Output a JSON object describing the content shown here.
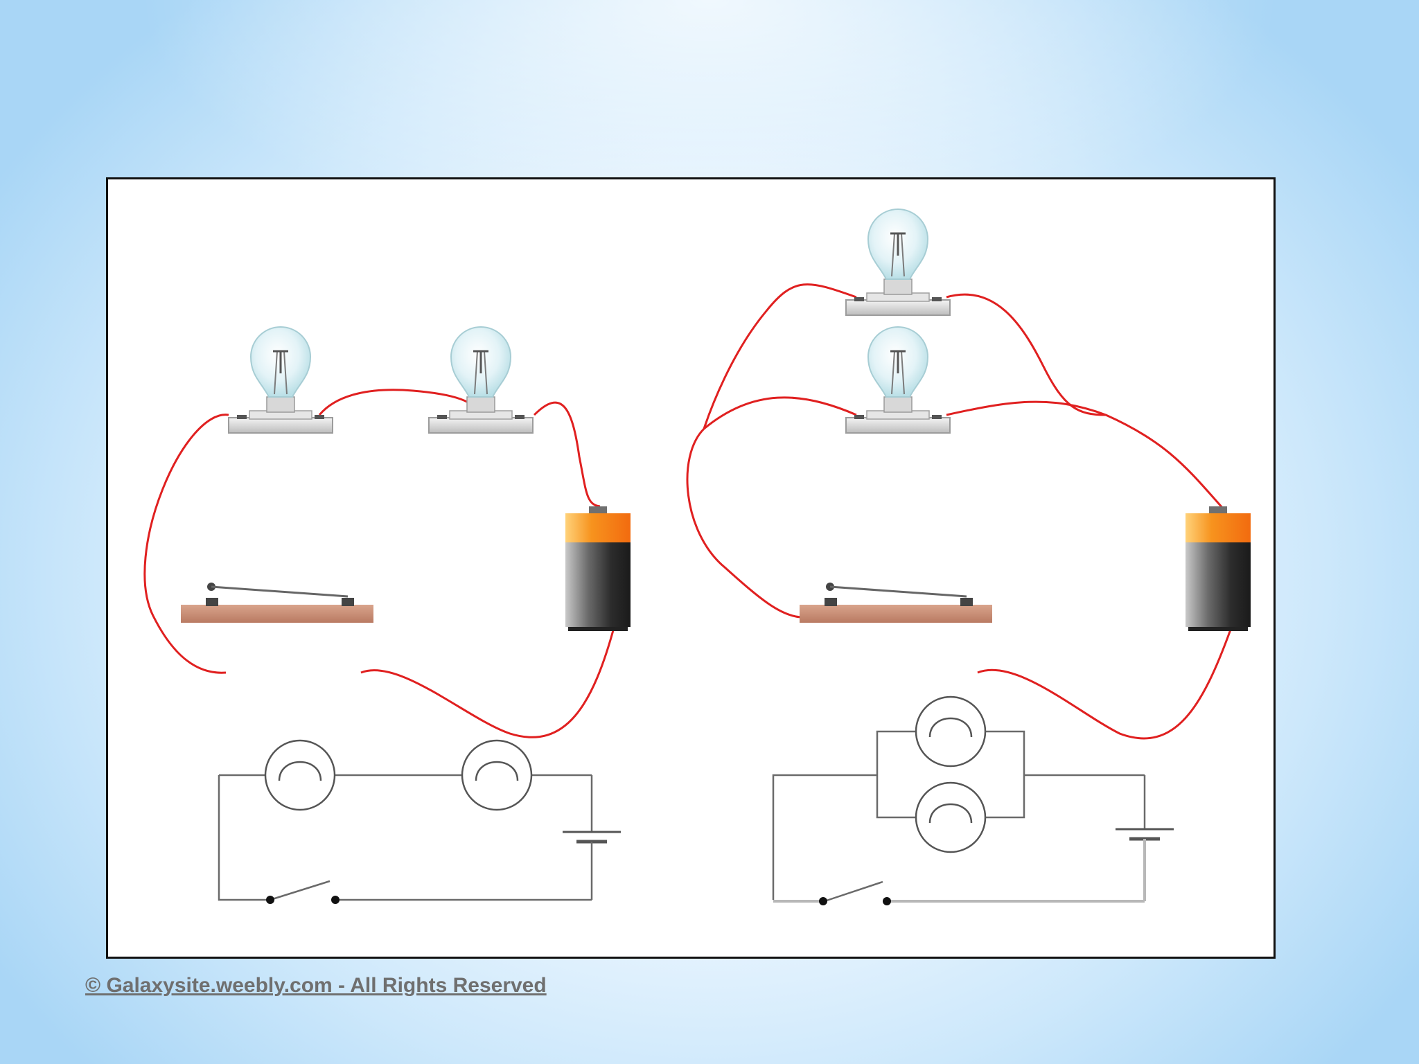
{
  "footer": {
    "copyright": "© Galaxysite.weebly.com - All Rights Reserved"
  },
  "diagram": {
    "panels": [
      {
        "id": "series",
        "pictorial": [
          "bulb",
          "bulb",
          "battery",
          "switch"
        ],
        "schematic": [
          "lamp",
          "lamp",
          "cell",
          "switch"
        ]
      },
      {
        "id": "parallel",
        "pictorial": [
          "bulb",
          "bulb",
          "battery",
          "switch"
        ],
        "schematic": [
          "lamp",
          "lamp",
          "cell",
          "switch"
        ]
      }
    ],
    "colors": {
      "wire": "#e02020",
      "schematic_line": "#6a6a6a",
      "battery_top": "#f7931e",
      "battery_body": "#3a3a3a",
      "switch_base": "#c98a70",
      "background": "#cfe8fb"
    }
  }
}
